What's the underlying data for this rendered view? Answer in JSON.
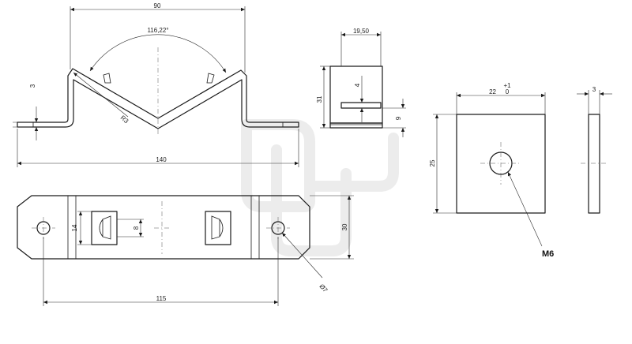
{
  "dimensions": {
    "top_width": "90",
    "angle": "116,22°",
    "flange_thickness": "3",
    "bend_radius": "R3",
    "overall_length": "140",
    "side_width": "19,50",
    "side_height": "31",
    "slot_width": "4",
    "slot_offset": "9",
    "hole_spacing": "115",
    "slot_height": "14",
    "slot_gap": "8",
    "plate_height": "30",
    "hole_diameter": "Ø7",
    "washer_width": "22",
    "washer_tol_upper": "+1",
    "washer_tol_lower": "0",
    "washer_height": "25",
    "washer_thickness": "3",
    "thread": "M6"
  }
}
